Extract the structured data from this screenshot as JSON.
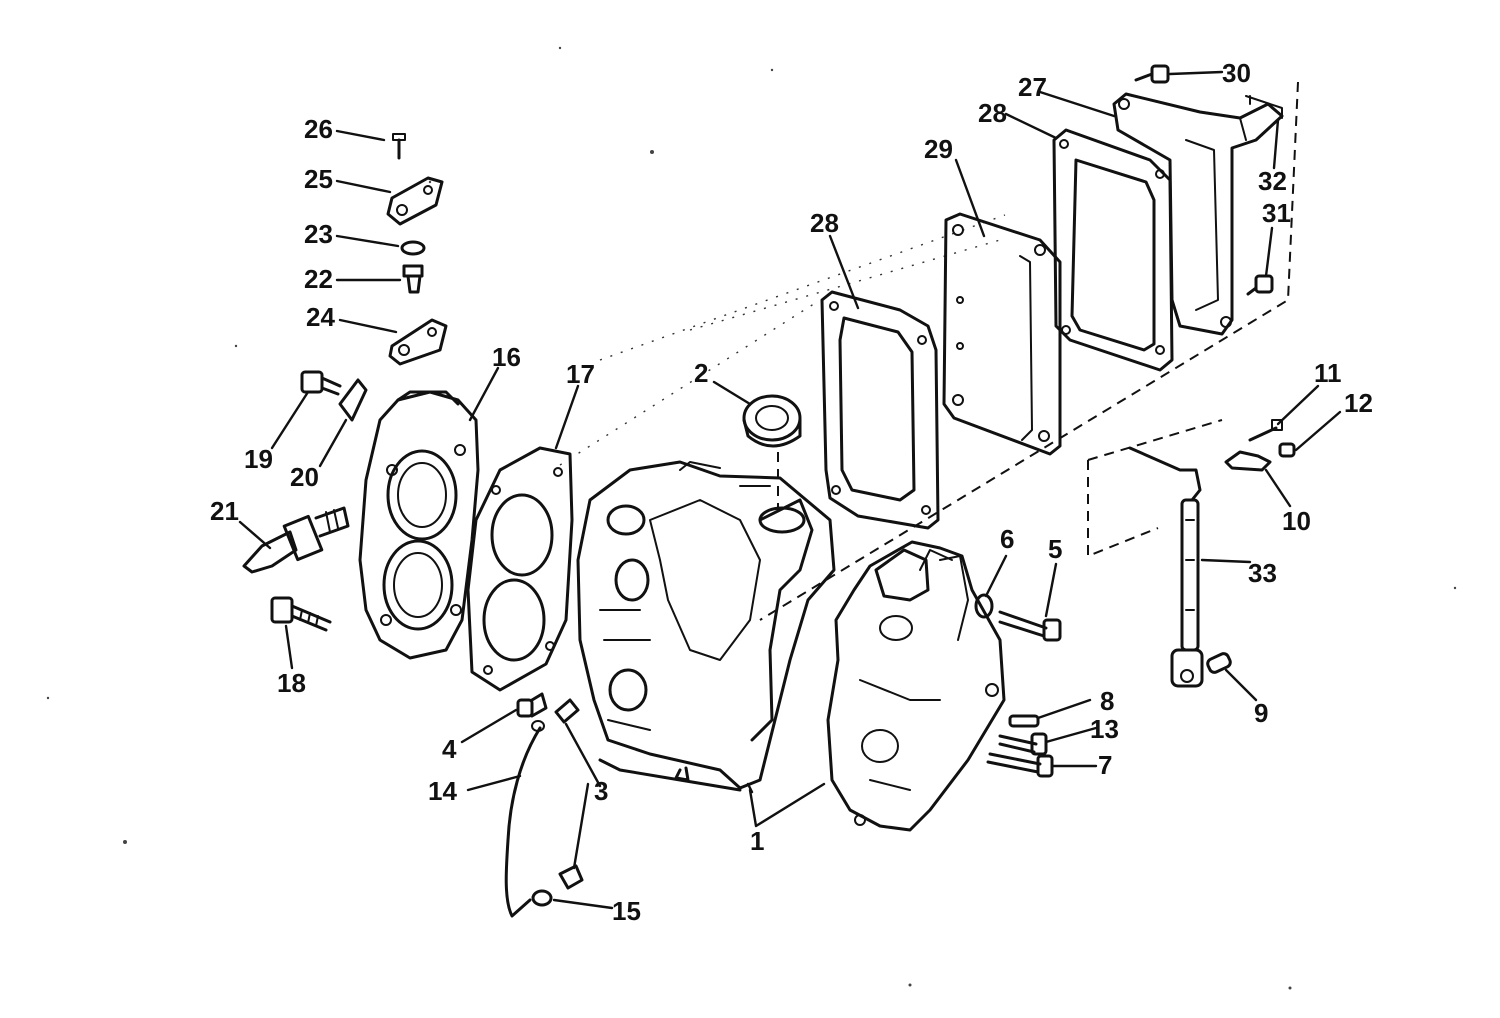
{
  "callouts": [
    {
      "id": "c1",
      "label": "1"
    },
    {
      "id": "c2",
      "label": "2"
    },
    {
      "id": "c3",
      "label": "3"
    },
    {
      "id": "c4",
      "label": "4"
    },
    {
      "id": "c5",
      "label": "5"
    },
    {
      "id": "c6",
      "label": "6"
    },
    {
      "id": "c7",
      "label": "7"
    },
    {
      "id": "c8",
      "label": "8"
    },
    {
      "id": "c9",
      "label": "9"
    },
    {
      "id": "c10",
      "label": "10"
    },
    {
      "id": "c11",
      "label": "11"
    },
    {
      "id": "c12",
      "label": "12"
    },
    {
      "id": "c13",
      "label": "13"
    },
    {
      "id": "c14",
      "label": "14"
    },
    {
      "id": "c15",
      "label": "15"
    },
    {
      "id": "c16",
      "label": "16"
    },
    {
      "id": "c17",
      "label": "17"
    },
    {
      "id": "c18",
      "label": "18"
    },
    {
      "id": "c19",
      "label": "19"
    },
    {
      "id": "c20",
      "label": "20"
    },
    {
      "id": "c21",
      "label": "21"
    },
    {
      "id": "c22",
      "label": "22"
    },
    {
      "id": "c23",
      "label": "23"
    },
    {
      "id": "c24",
      "label": "24"
    },
    {
      "id": "c25",
      "label": "25"
    },
    {
      "id": "c26",
      "label": "26"
    },
    {
      "id": "c27",
      "label": "27"
    },
    {
      "id": "c28a",
      "label": "28"
    },
    {
      "id": "c28b",
      "label": "28"
    },
    {
      "id": "c29",
      "label": "29"
    },
    {
      "id": "c30",
      "label": "30"
    },
    {
      "id": "c31",
      "label": "31"
    },
    {
      "id": "c32",
      "label": "32"
    },
    {
      "id": "c33",
      "label": "33"
    }
  ]
}
